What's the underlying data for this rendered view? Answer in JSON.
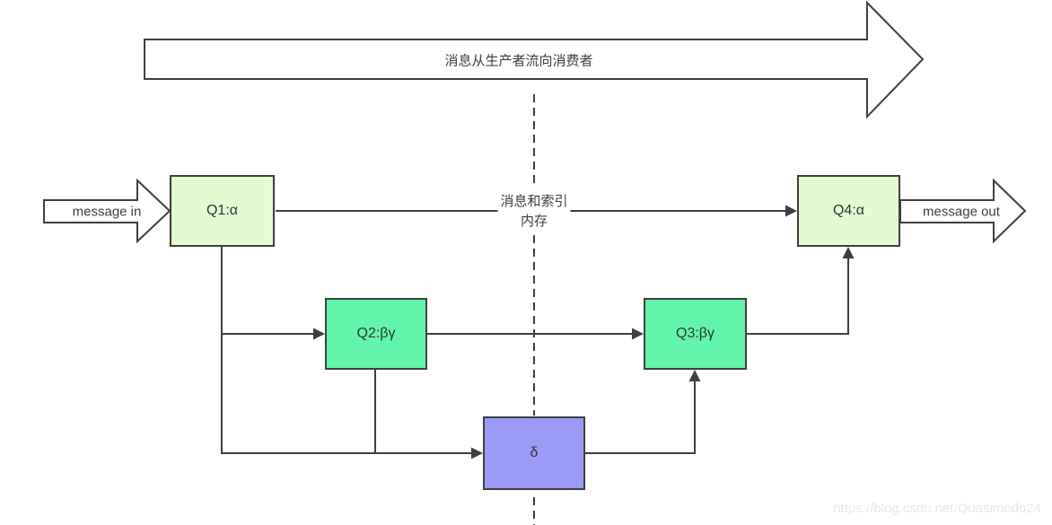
{
  "title_arrow": {
    "label": "消息从生产者流向消费者"
  },
  "input_arrow": {
    "label": "message in"
  },
  "output_arrow": {
    "label": "message out"
  },
  "flow_label": {
    "line1": "消息和索引",
    "line2": "内存"
  },
  "nodes": {
    "q1": {
      "label": "Q1:α",
      "fill": "#e3fbd3"
    },
    "q2": {
      "label": "Q2:βγ",
      "fill": "#63f5ab"
    },
    "q3": {
      "label": "Q3:βγ",
      "fill": "#63f5ab"
    },
    "q4": {
      "label": "Q4:α",
      "fill": "#e3fbd3"
    },
    "delta": {
      "label": "δ",
      "fill": "#9b9af6"
    }
  },
  "colors": {
    "stroke": "#3f3f3f",
    "text": "#3d3d3d",
    "watermark": "#e8e8e8"
  },
  "watermark": "https://blog.csdn.net/Quasimodo24"
}
